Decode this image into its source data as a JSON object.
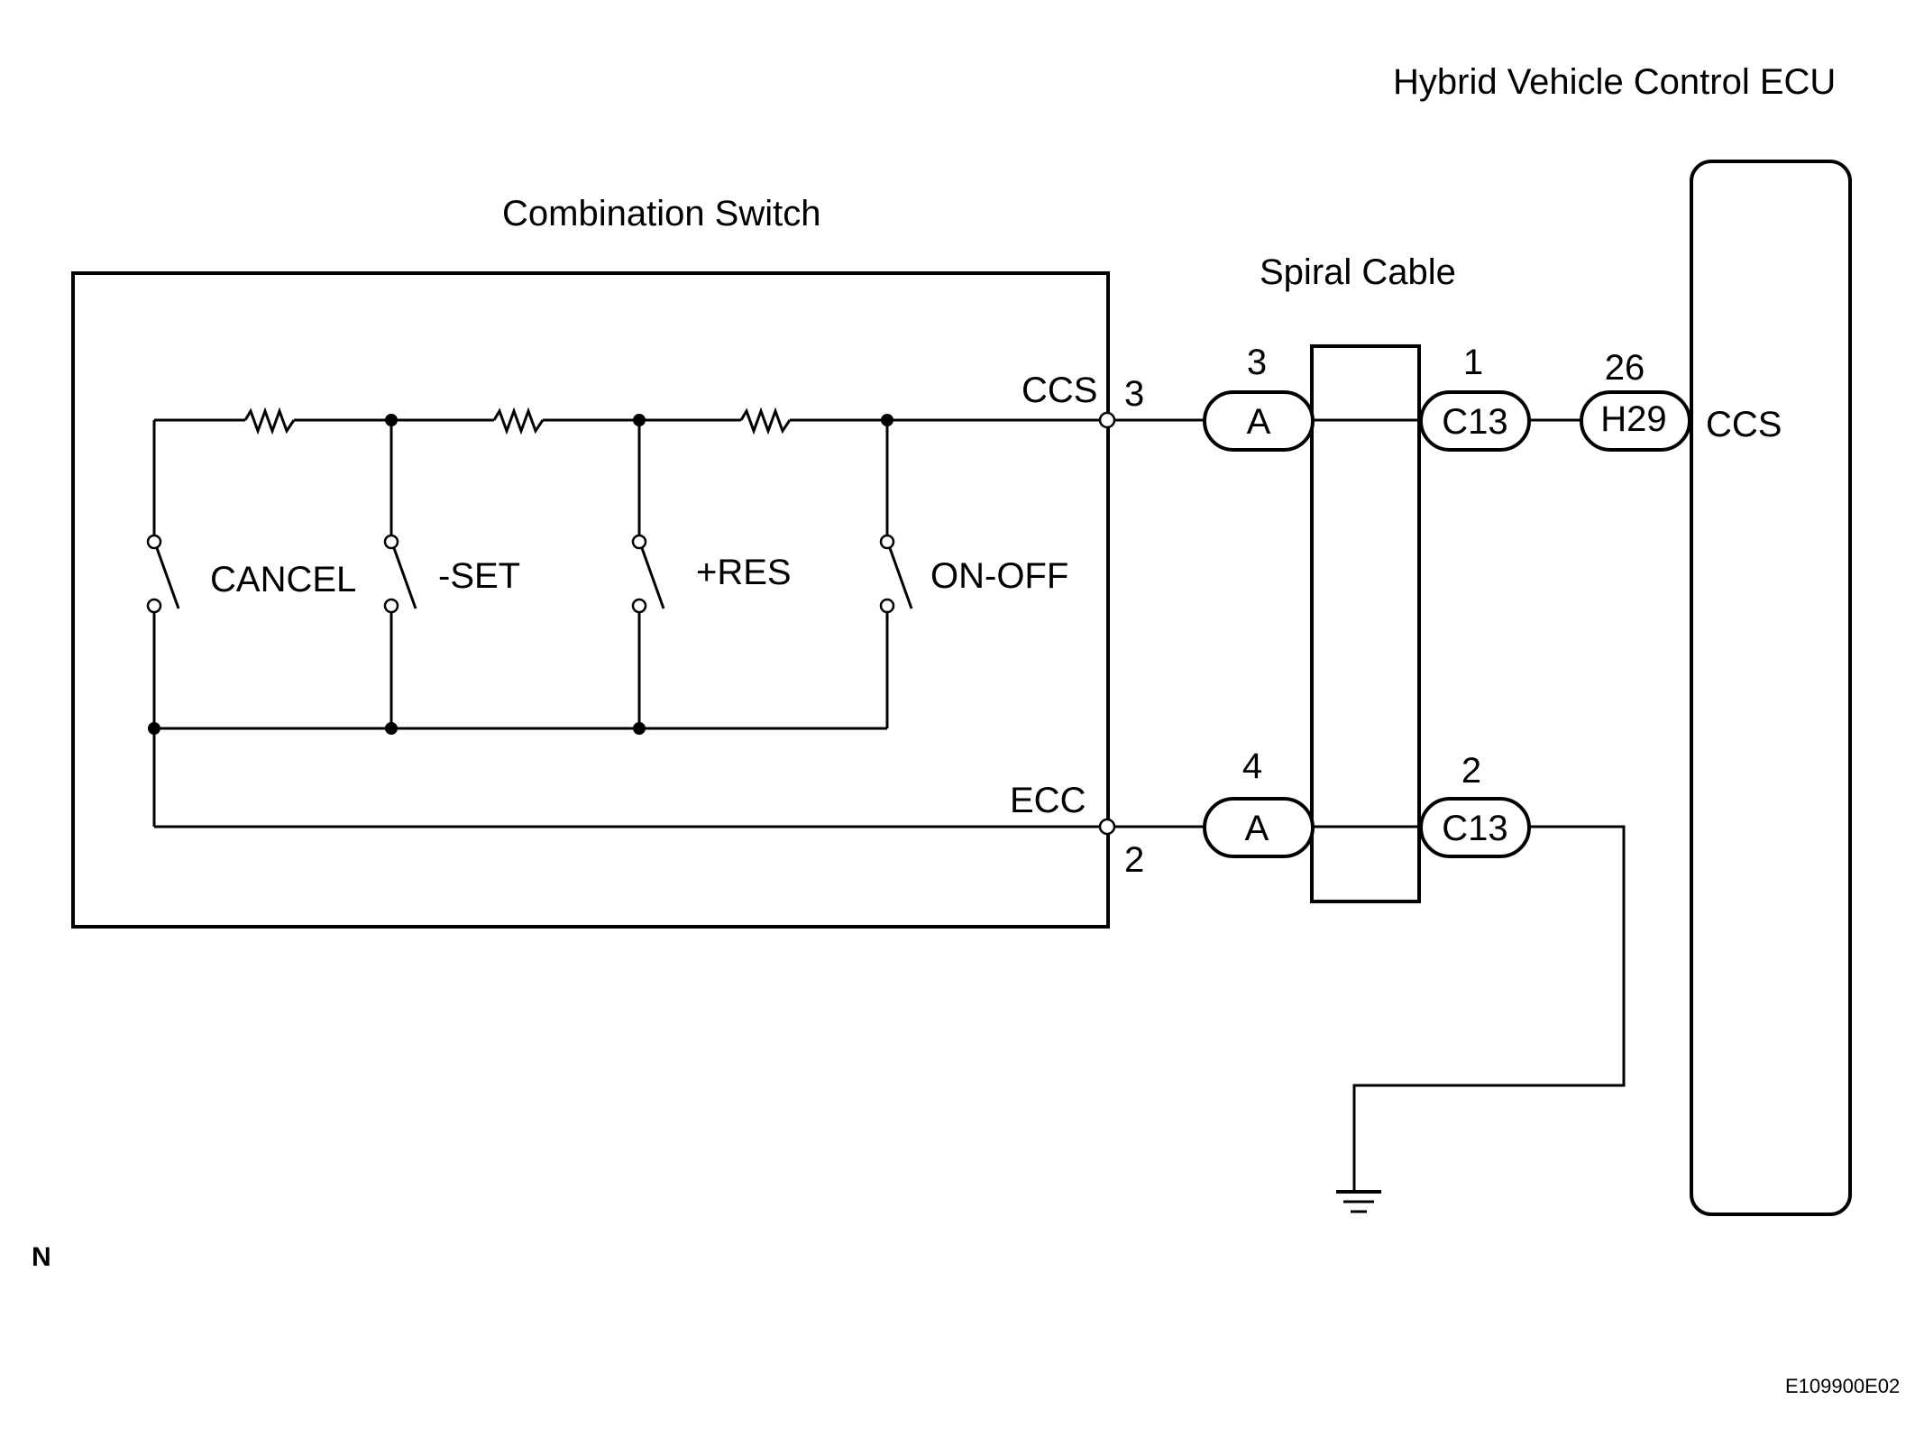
{
  "ecu": {
    "title": "Hybrid Vehicle Control ECU",
    "pin_label": "CCS"
  },
  "combination_switch": {
    "title": "Combination Switch",
    "ccs_label": "CCS",
    "ccs_pin": "3",
    "ecc_label": "ECC",
    "ecc_pin": "2",
    "switches": [
      "CANCEL",
      "-SET",
      "+RES",
      "ON-OFF"
    ]
  },
  "spiral_cable": {
    "title": "Spiral Cable"
  },
  "connectors": {
    "a_top": {
      "label": "A",
      "pin": "3"
    },
    "a_bottom": {
      "label": "A",
      "pin": "4"
    },
    "c13_top": {
      "label": "C13",
      "pin": "1"
    },
    "c13_bottom": {
      "label": "C13",
      "pin": "2"
    },
    "h29": {
      "label": "H29",
      "pin": "26"
    }
  },
  "corner_mark": "N",
  "figure_code": "E109900E02"
}
